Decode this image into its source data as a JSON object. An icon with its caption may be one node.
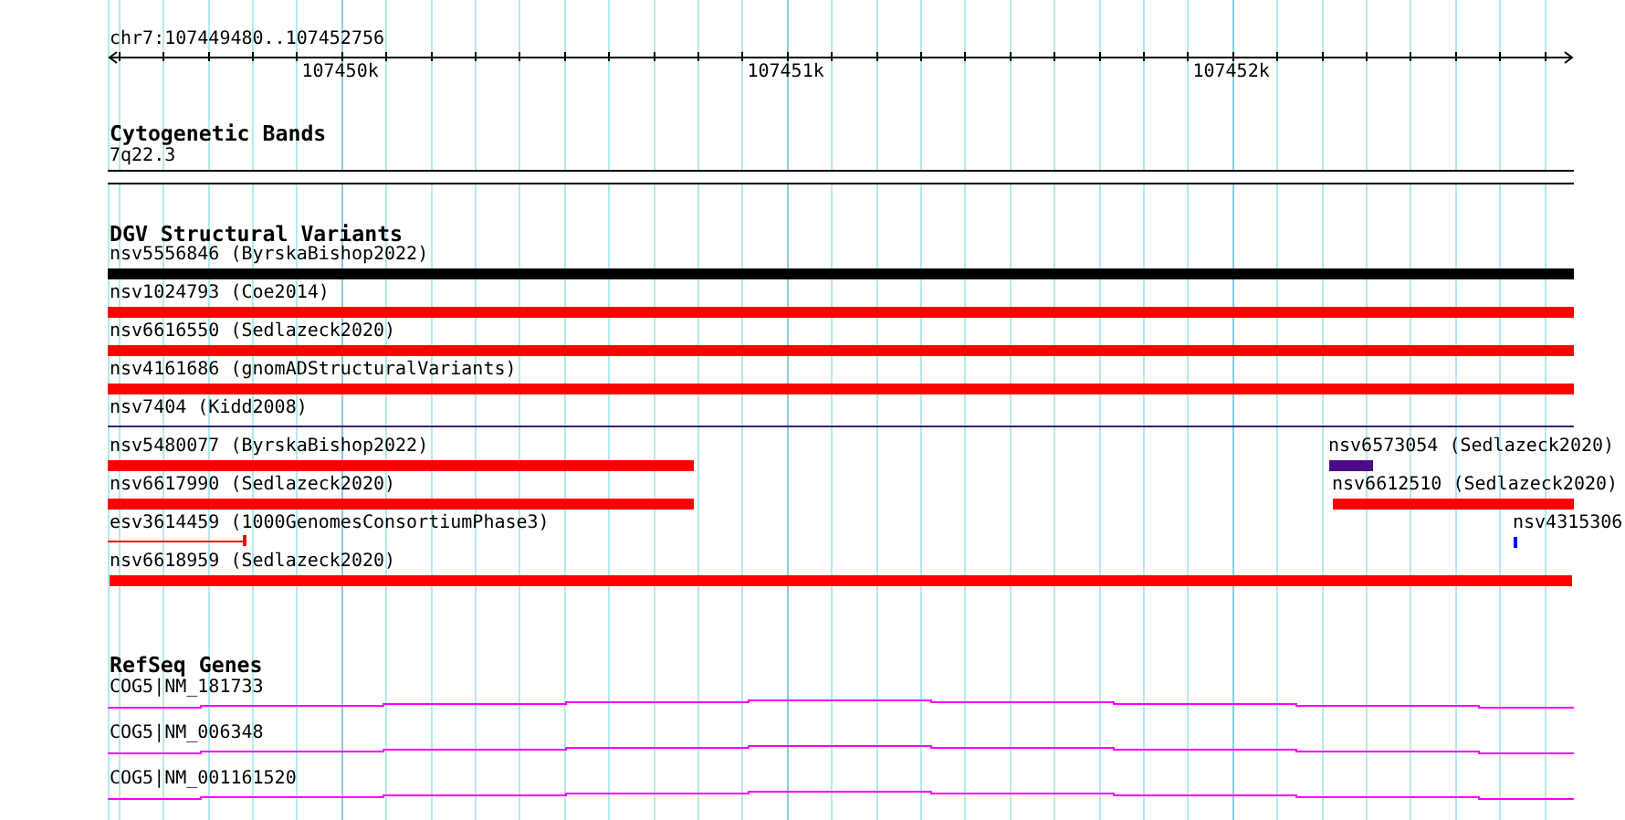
{
  "diagram": {
    "nodes": [
      {
        "text": [
          "7q22.3"
        ]
      },
      {
        "text": [
          "nsv5556846 (ByrskaBishop2022)"
        ]
      },
      {
        "text": [
          "nsv1024793 (Coe2014)"
        ]
      },
      {
        "text": [
          "nsv6616550 (Sedlazeck2020)"
        ]
      },
      {
        "text": [
          "nsv4161686 (gnomADStructuralVariants)"
        ]
      },
      {
        "text": [
          "nsv7404 (Kidd2008)"
        ]
      },
      {
        "text": [
          "nsv5480077 (ByrskaBishop2022)"
        ]
      },
      {
        "text": [
          "nsv6573054 (Sedlazeck2020)"
        ]
      },
      {
        "text": [
          "nsv6617990 (Sedlazeck2020)"
        ]
      },
      {
        "text": [
          "nsv6612510 (Sedlazeck2020)"
        ]
      },
      {
        "text": [
          "esv3614459 (1000GenomesConsortiumPhase3)"
        ]
      },
      {
        "text": [
          "nsv4315306"
        ]
      },
      {
        "text": [
          "nsv6618959 (Sedlazeck2020)"
        ]
      },
      {
        "text": [
          "COG5|NM_181733"
        ]
      },
      {
        "text": [
          "COG5|NM_006348"
        ]
      },
      {
        "text": [
          "COG5|NM_001161520"
        ]
      }
    ],
    "labels": [
      "chr7:107449480..107452756",
      "107450k",
      "107451k",
      "107452k",
      "Cytogenetic Bands",
      "DGV Structural Variants",
      "RefSeq Genes"
    ]
  }
}
